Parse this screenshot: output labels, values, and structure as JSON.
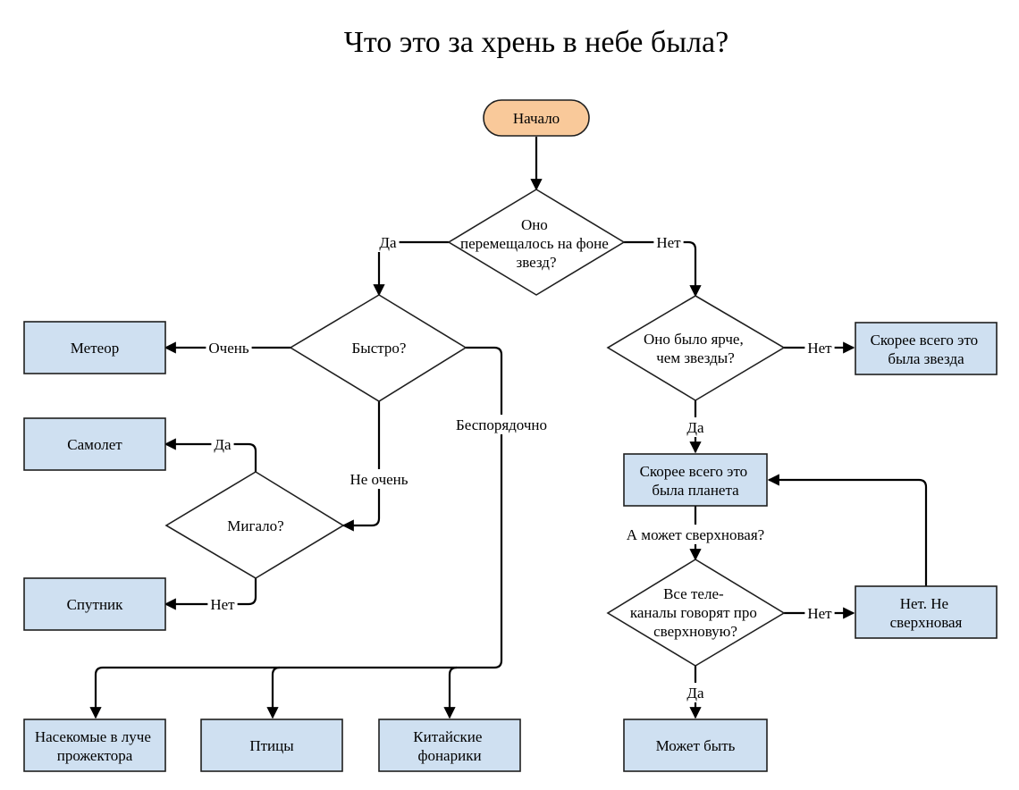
{
  "title": "Что это за хрень в небе была?",
  "nodes": {
    "start": [
      "Начало"
    ],
    "q_moved": [
      "Оно",
      "перемещалось на фоне",
      "звезд?"
    ],
    "q_fast": [
      "Быстро?"
    ],
    "meteor": [
      "Метеор"
    ],
    "airplane": [
      "Самолет"
    ],
    "q_blink": [
      "Мигало?"
    ],
    "satellite": [
      "Спутник"
    ],
    "q_brighter": [
      "Оно было ярче,",
      "чем звезды?"
    ],
    "star": [
      "Скорее всего это",
      "была звезда"
    ],
    "planet": [
      "Скорее всего это",
      "была планета"
    ],
    "q_tv": [
      "Все теле-",
      "каналы говорят про",
      "сверхновую?"
    ],
    "not_supernova": [
      "Нет. Не",
      "сверхновая"
    ],
    "maybe": [
      "Может быть"
    ],
    "insects": [
      "Насекомые в луче",
      "прожектора"
    ],
    "birds": [
      "Птицы"
    ],
    "lanterns": [
      "Китайские",
      "фонарики"
    ]
  },
  "edge_labels": {
    "moved_yes": "Да",
    "moved_no": "Нет",
    "fast_very": "Очень",
    "fast_not_very": "Не очень",
    "fast_erratic": "Беспорядочно",
    "blink_yes": "Да",
    "blink_no": "Нет",
    "brighter_no": "Нет",
    "brighter_yes": "Да",
    "planet_supernova": "А может сверхновая?",
    "tv_no": "Нет",
    "tv_yes": "Да"
  },
  "colors": {
    "start_fill": "#f9c99a",
    "box_fill": "#cfe0f1",
    "decision_fill": "#ffffff",
    "stroke": "#1f1f1f"
  }
}
